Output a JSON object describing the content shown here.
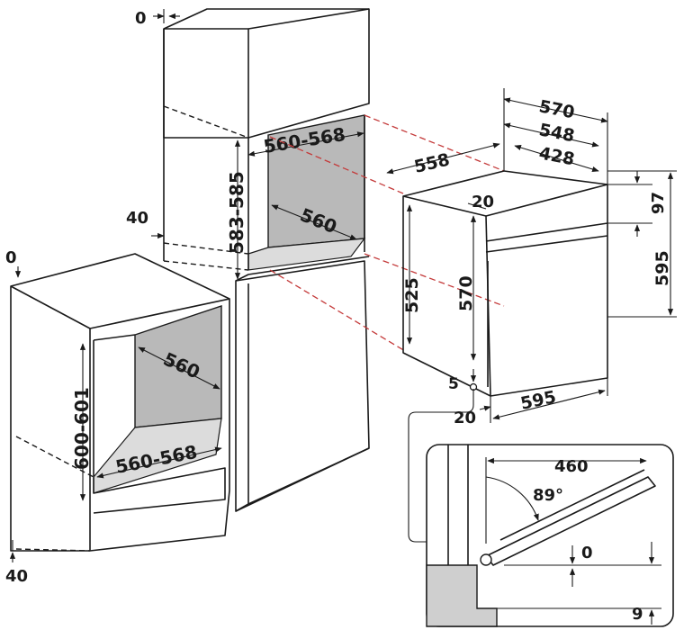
{
  "colors": {
    "line": "#1a1a1a",
    "cavity": "#b9b9b9",
    "alignment_lines": "#c43a3a",
    "background": "#ffffff"
  },
  "tall_cabinet": {
    "top_clearance": "0",
    "cavity_width": "560-568",
    "cavity_height": "583-585",
    "cavity_depth": "560",
    "side_offset": "40"
  },
  "base_cabinet": {
    "top_clearance": "0",
    "cavity_height": "600-601",
    "cavity_depth": "560",
    "cavity_width": "560-568",
    "bottom_offset": "40"
  },
  "oven": {
    "overall_width": "570",
    "body_width": "548",
    "inner_width": "428",
    "depth": "558",
    "top_offset": "20",
    "panel_height": "97",
    "overall_height": "595",
    "body_height": "525",
    "inner_height": "570",
    "base_offset": "5",
    "front_width": "595",
    "front_offset": "20"
  },
  "door_detail": {
    "door_length": "460",
    "angle": "89°",
    "gap": "0",
    "plinth": "9"
  }
}
